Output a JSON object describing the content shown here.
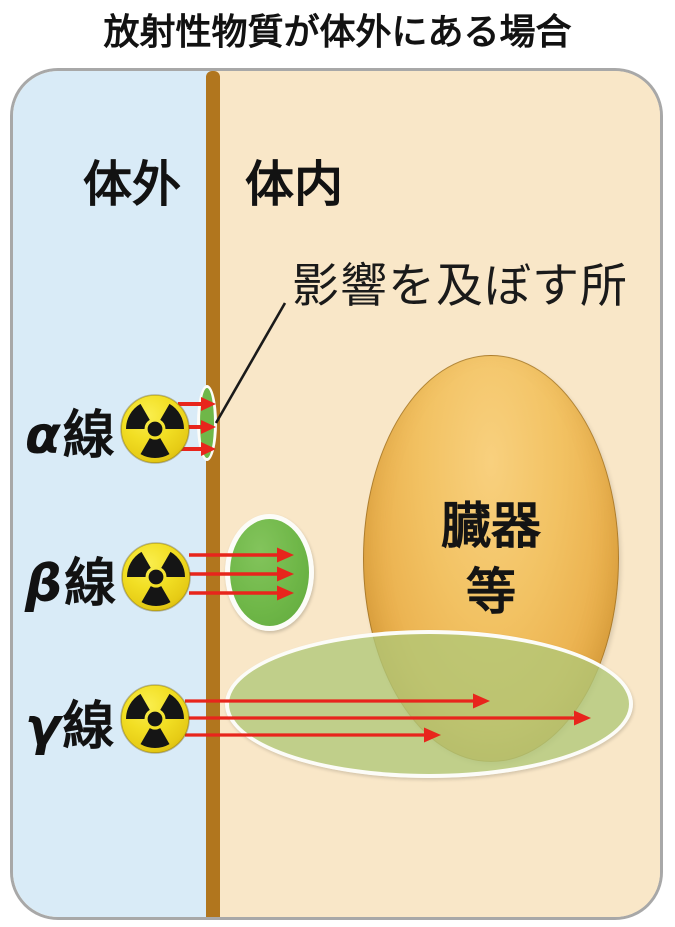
{
  "title": "放射性物質が体外にある場合",
  "regions": {
    "outside": "体外",
    "inside": "体内"
  },
  "annotation": {
    "affected_area": "影響を及ぼす所"
  },
  "organ": {
    "line1": "臓器",
    "line2": "等"
  },
  "rays": {
    "alpha": {
      "greek": "α",
      "suffix": "線"
    },
    "beta": {
      "greek": "β",
      "suffix": "線"
    },
    "gamma": {
      "greek": "γ",
      "suffix": "線"
    }
  },
  "icons": {
    "radiation": "radiation-trefoil-icon"
  },
  "colors": {
    "outside_bg": "#D9EBF7",
    "inside_bg": "#F9E7C8",
    "skin_brown": "#B1761E",
    "frame_border": "#A8A8A8",
    "impact_green": "#6FB748",
    "gamma_pale_green": "#AFC878",
    "organ_orange": "#ECB452",
    "arrow_red": "#E8251C",
    "radiation_yellow": "#F2DE1E",
    "text": "#111111"
  }
}
